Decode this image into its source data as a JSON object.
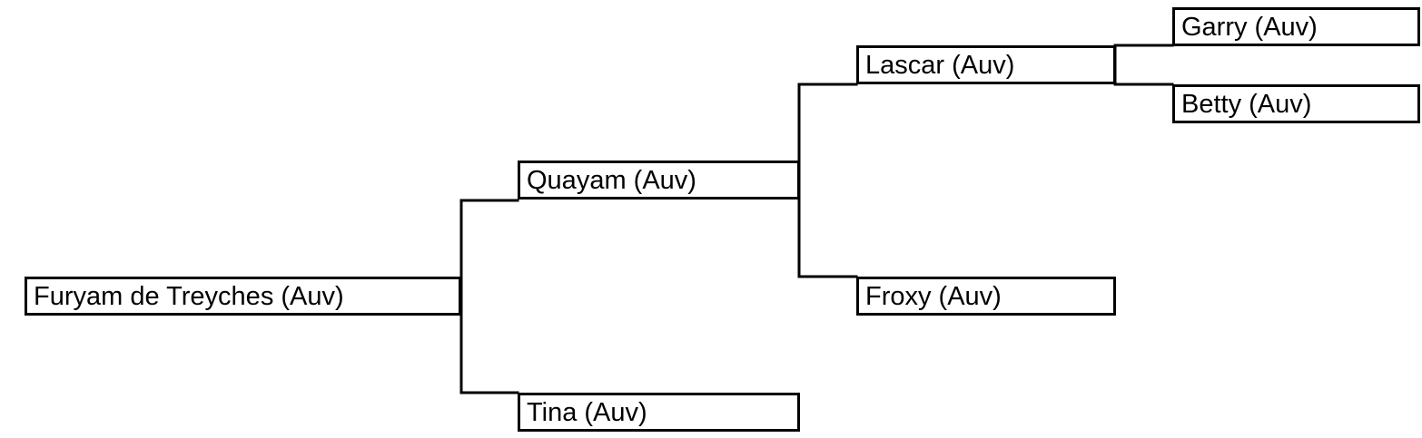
{
  "pedigree": {
    "subject": {
      "name": "Furyam de Treyches (Auv)"
    },
    "sire": {
      "name": "Quayam (Auv)"
    },
    "dam": {
      "name": "Tina (Auv)"
    },
    "sire_sire": {
      "name": "Lascar (Auv)"
    },
    "sire_dam": {
      "name": "Froxy (Auv)"
    },
    "sire_sire_sire": {
      "name": "Garry (Auv)"
    },
    "sire_sire_dam": {
      "name": "Betty (Auv)"
    }
  },
  "colors": {
    "line": "#000000",
    "box_border": "#000000",
    "box_fill": "#ffffff",
    "text": "#000000"
  }
}
